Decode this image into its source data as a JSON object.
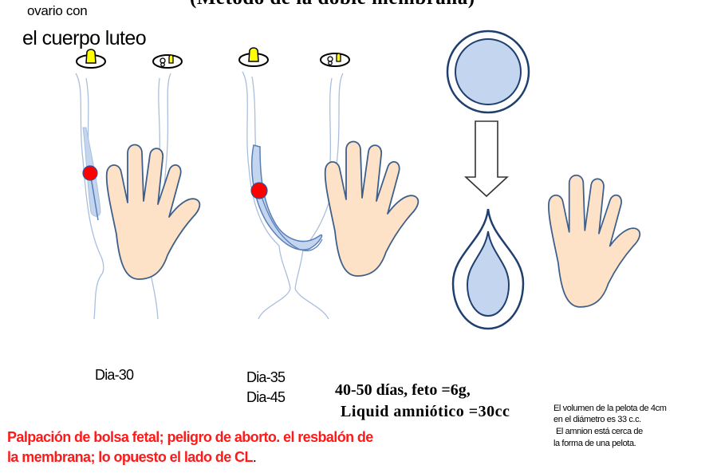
{
  "title": "(Método de la doble membrana)",
  "labels": {
    "ovary": "ovario con",
    "corpus_luteum": "el cuerpo luteo",
    "day30": "Dia-30",
    "day35": "Dia-35",
    "day45": "Dia-45"
  },
  "info": {
    "line1": "40-50 días, feto =6g,",
    "line2": "Liquid amniótico =30cc"
  },
  "note": {
    "line1": "El volumen de la pelota de 4cm",
    "line2": "en el diámetro es 33 c.c.",
    "line3": "El amnion está cerca de",
    "line4": "la forma de una pelota."
  },
  "warning": {
    "line1": "Palpación de bolsa fetal; peligro de aborto.  el resbalón de",
    "line2": "la membrana; lo opuesto el lado de CL",
    "line2_end": "."
  },
  "colors": {
    "uterus_stroke": "#a9bfdc",
    "uterus_fill": "#c3d5ef",
    "fluid_stroke": "#5a7fb8",
    "embryo": "#ff0000",
    "corpus_luteum": "#ffff00",
    "hand_fill": "#fde2c8",
    "hand_stroke": "#3e5f8a",
    "warning_text": "#ff1a1a"
  },
  "icons": [
    "ovary-cl-icon",
    "ovary-follicle-icon",
    "hand-icon",
    "down-arrow-icon",
    "amnion-ball-icon",
    "amnion-drop-icon"
  ]
}
